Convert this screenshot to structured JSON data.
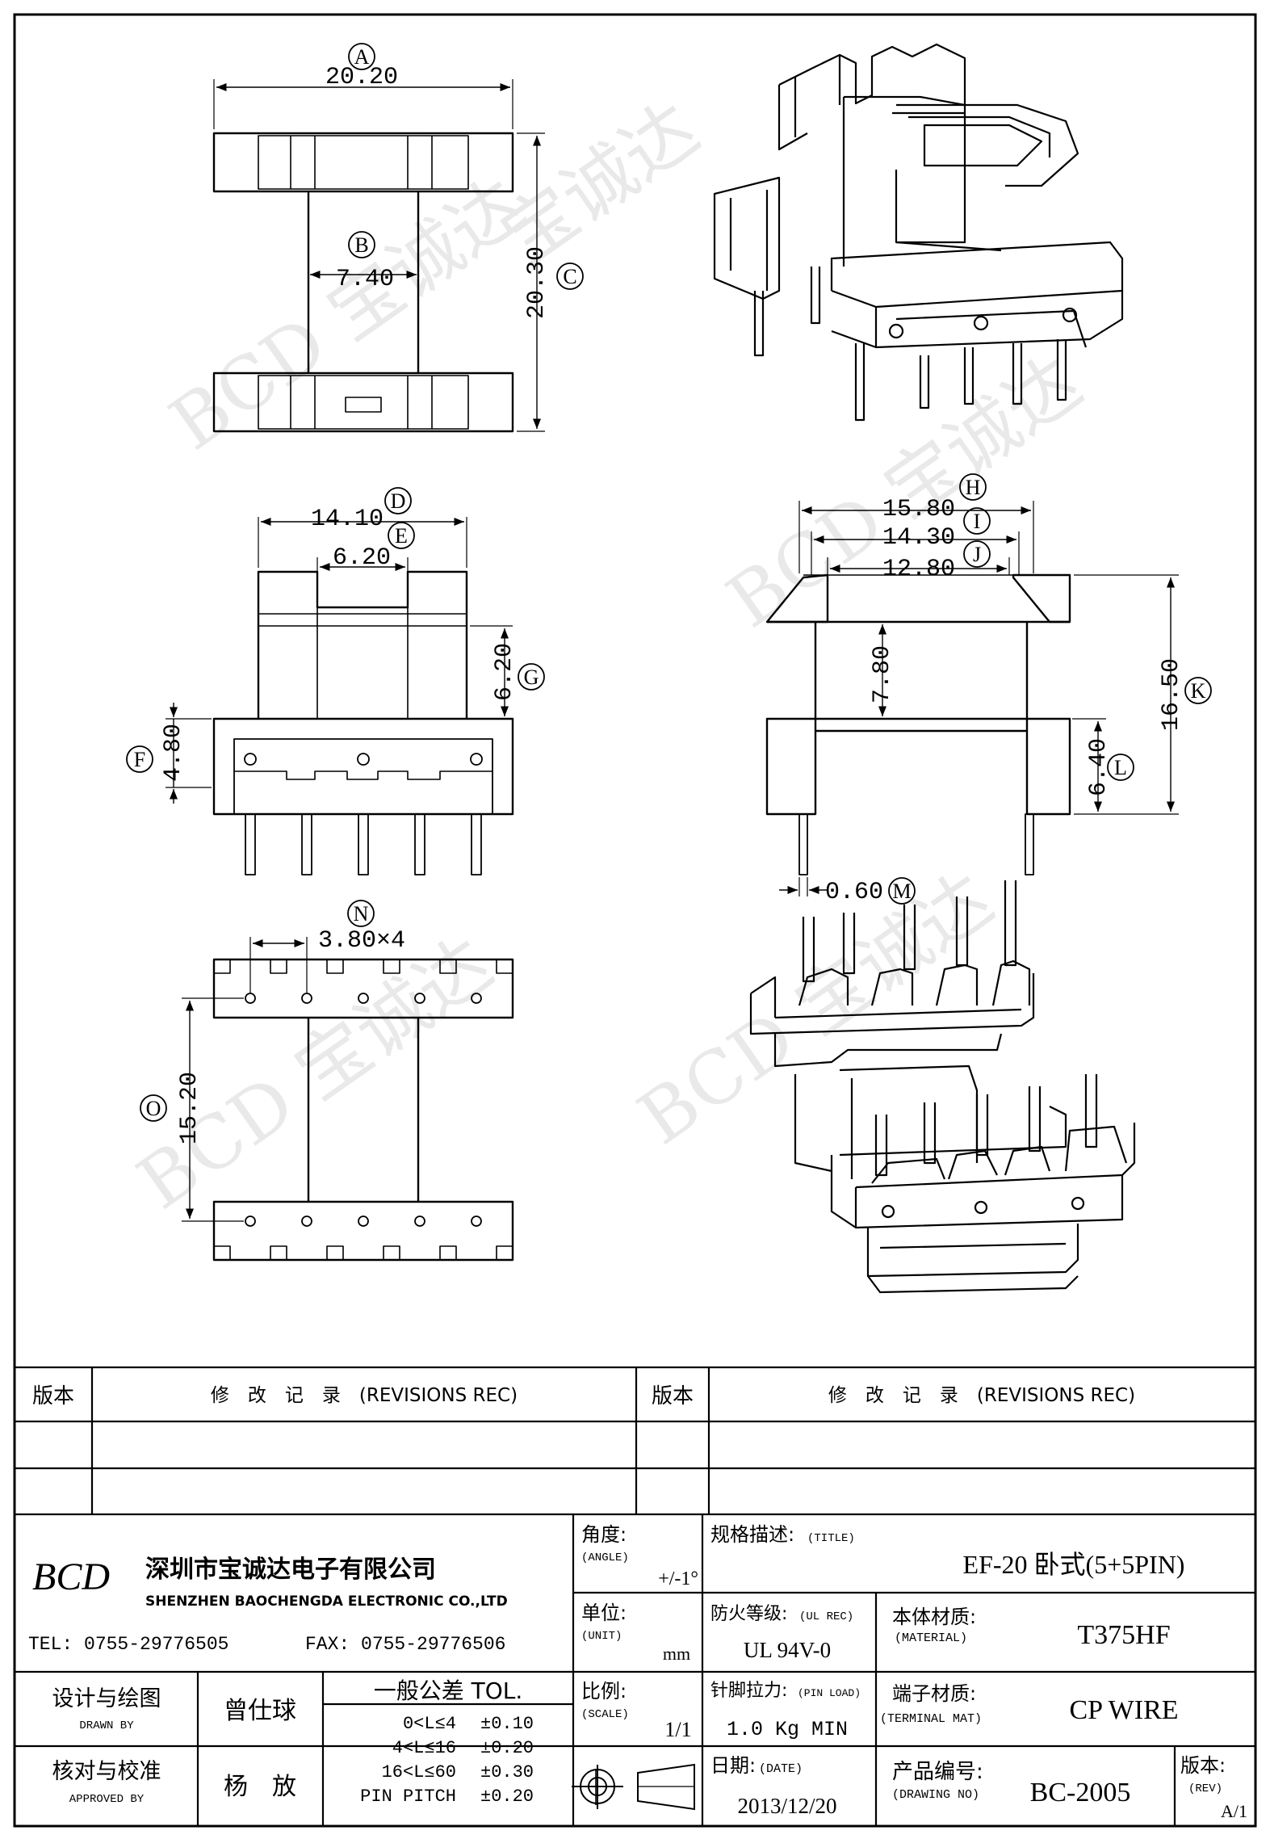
{
  "drawing": {
    "top_view": {
      "dim_a": {
        "value": "20.20",
        "tag": "A"
      },
      "dim_b": {
        "value": "7.40",
        "tag": "B"
      },
      "dim_c": {
        "value": "20.30",
        "tag": "C"
      }
    },
    "front_view": {
      "dim_d": {
        "value": "14.10",
        "tag": "D"
      },
      "dim_e": {
        "value": "6.20",
        "tag": "E"
      },
      "dim_g": {
        "value": "6.20",
        "tag": "G"
      },
      "dim_f": {
        "value": "4.80",
        "tag": "F"
      }
    },
    "side_view": {
      "dim_h": {
        "value": "15.80",
        "tag": "H"
      },
      "dim_i": {
        "value": "14.30",
        "tag": "I"
      },
      "dim_j": {
        "value": "12.80",
        "tag": "J"
      },
      "dim_inner": {
        "value": "7.80"
      },
      "dim_k": {
        "value": "16.50",
        "tag": "K"
      },
      "dim_l": {
        "value": "6.40",
        "tag": "L"
      },
      "dim_m": {
        "value": "0.60",
        "tag": "M"
      }
    },
    "bottom_view": {
      "dim_n": {
        "value": "3.80×4",
        "tag": "N"
      },
      "dim_o": {
        "value": "15.20",
        "tag": "O"
      }
    }
  },
  "revisions": {
    "col_version": "版本",
    "col_record": "修　改　记　录　(REVISIONS REC)"
  },
  "company": {
    "logo": "BCD",
    "name_cn": "深圳市宝诚达电子有限公司",
    "name_en": "SHENZHEN BAOCHENGDA ELECTRONIC CO.,LTD",
    "tel": "TEL: 0755-29776505",
    "fax": "FAX: 0755-29776506"
  },
  "title_block": {
    "angle_label": "角度:",
    "angle_label_en": "(ANGLE)",
    "angle_value": "+/-1°",
    "title_label": "规格描述:",
    "title_label_en": "(TITLE)",
    "title_value": "EF-20 卧式(5+5PIN)",
    "unit_label": "单位:",
    "unit_label_en": "(UNIT)",
    "unit_value": "mm",
    "ul_label": "防火等级:",
    "ul_label_en": "(UL REC)",
    "ul_value": "UL 94V-0",
    "material_label": "本体材质:",
    "material_label_en": "(MATERIAL)",
    "material_value": "T375HF",
    "designer_label": "设计与绘图",
    "designer_label_en": "DRAWN BY",
    "designer_name": "曾仕球",
    "tolerance_label": "一般公差 TOL.",
    "tolerances": [
      {
        "range": "0<L≤4",
        "value": "±0.10"
      },
      {
        "range": "4<L≤16",
        "value": "±0.20"
      },
      {
        "range": "16<L≤60",
        "value": "±0.30"
      },
      {
        "range": "PIN PITCH",
        "value": "±0.20"
      }
    ],
    "scale_label": "比例:",
    "scale_label_en": "(SCALE)",
    "scale_value": "1/1",
    "pin_pull_label": "针脚拉力:",
    "pin_pull_label_en": "(PIN LOAD)",
    "pin_pull_value": "1.0 Kg MIN",
    "terminal_label": "端子材质:",
    "terminal_label_en": "(TERMINAL MAT)",
    "terminal_value": "CP WIRE",
    "checker_label": "核对与校准",
    "checker_label_en": "APPROVED BY",
    "checker_name": "杨　放",
    "date_label": "日期:",
    "date_label_en": "(DATE)",
    "date_value": "2013/12/20",
    "drawing_no_label": "产品编号:",
    "drawing_no_label_en": "(DRAWING NO)",
    "drawing_no_value": "BC-2005",
    "rev_label": "版本:",
    "rev_label_en": "(REV)",
    "rev_value": "A/1"
  }
}
